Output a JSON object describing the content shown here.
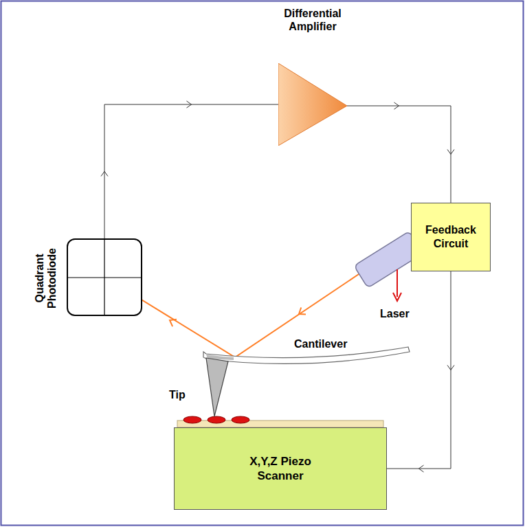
{
  "diagram": {
    "nodes": [
      {
        "text": [
          "Differential Amplifier"
        ]
      },
      {
        "text": [
          "Quadrant Photodiode"
        ]
      },
      {
        "text": [
          "Feedback Circuit"
        ]
      },
      {
        "text": [
          "X,Y,Z Piezo Scanner"
        ]
      }
    ],
    "edges": [
      {
        "from": 1,
        "to": 0,
        "arrow": "to"
      },
      {
        "from": 0,
        "to": 2,
        "arrow": "to"
      },
      {
        "from": 2,
        "to": 3,
        "arrow": "to"
      }
    ],
    "labels": [
      "Laser",
      "Cantilever",
      "Tip"
    ]
  }
}
